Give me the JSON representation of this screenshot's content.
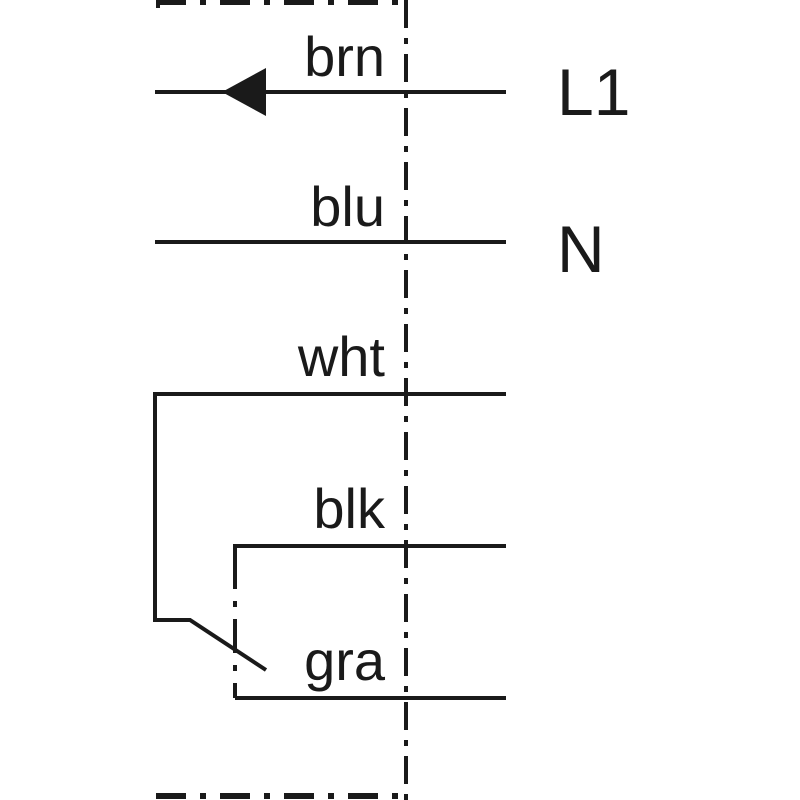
{
  "wires": [
    {
      "key": "brn",
      "label": "brn"
    },
    {
      "key": "blu",
      "label": "blu"
    },
    {
      "key": "wht",
      "label": "wht"
    },
    {
      "key": "blk",
      "label": "blk"
    },
    {
      "key": "gra",
      "label": "gra"
    }
  ],
  "terminals": {
    "l1": "L1",
    "n": "N"
  },
  "colors": {
    "line": "#1a1a1a",
    "background": "#ffffff"
  }
}
